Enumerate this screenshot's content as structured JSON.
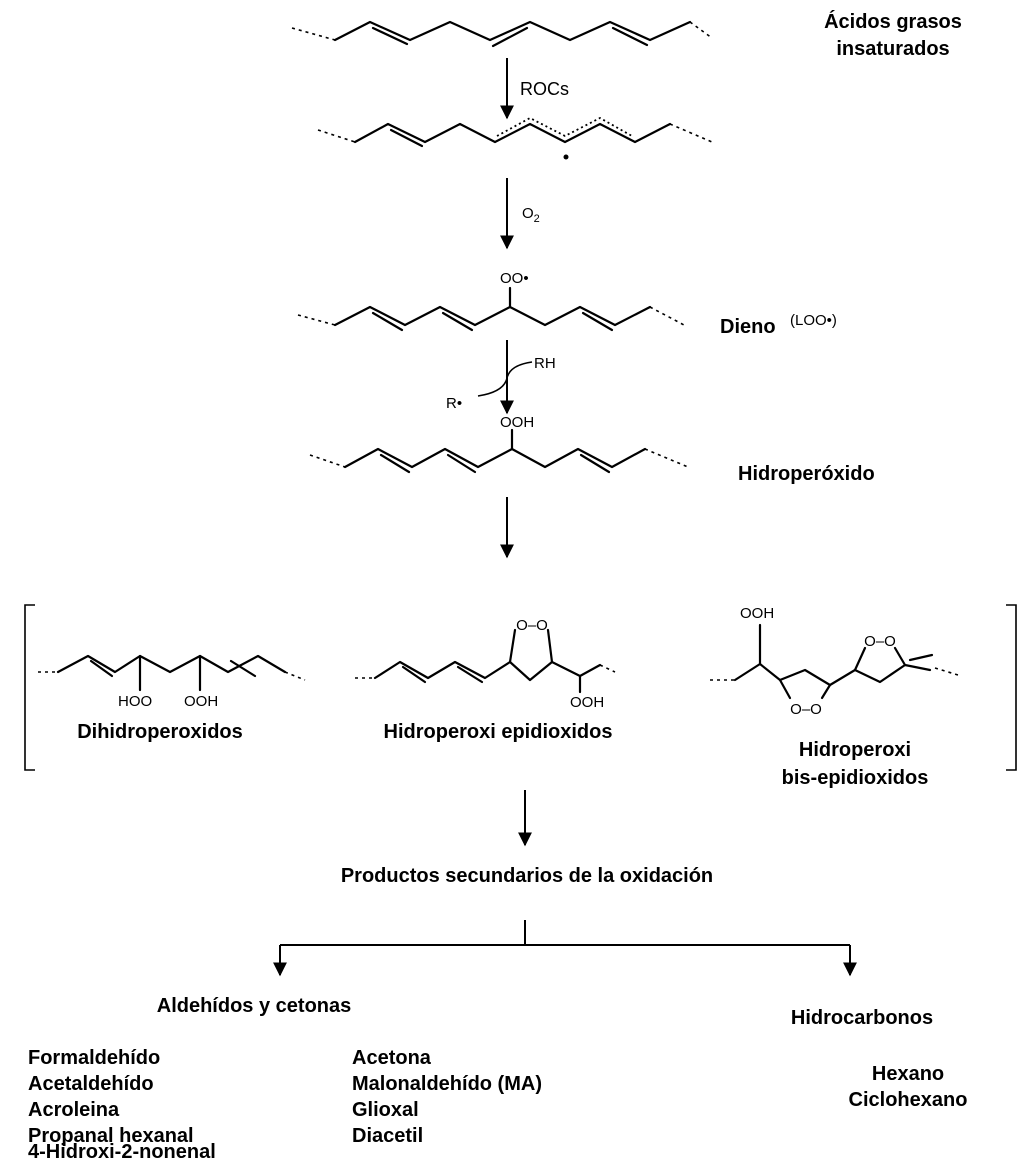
{
  "labels": {
    "acids": [
      "Ácidos grasos",
      "insaturados"
    ],
    "rocs": "ROCs",
    "o2": "O",
    "o2_sub": "2",
    "dieno": "Dieno",
    "loo": "(LOO•)",
    "oo_radical": "OO•",
    "rh": "RH",
    "r_radical": "R•",
    "ooh": "OOH",
    "hidroperoxido": "Hidroperóxido",
    "dihidroperoxidos": "Dihidroperoxidos",
    "hidroperoxi_epidioxidos": "Hidroperoxi epidioxidos",
    "hidroperoxi_bis": [
      "Hidroperoxi",
      "bis-epidioxidos"
    ],
    "hoo": "HOO",
    "ooh_2": "OOH",
    "oo_ring": "O–O",
    "secundarios": "Productos secundarios de la oxidación",
    "aldehidos_title": "Aldehídos y cetonas",
    "hidrocarbonos_title": "Hidrocarbonos"
  },
  "aldehidos_col1": [
    "Formaldehído",
    "Acetaldehído",
    "Acroleina",
    "Propanal hexanal",
    "4-Hidroxi-2-nonenal"
  ],
  "aldehidos_col2": [
    "Acetona",
    "Malonaldehído (MA)",
    "Glioxal",
    "Diacetil"
  ],
  "hidrocarbonos": [
    "Hexano",
    "Ciclohexano"
  ]
}
